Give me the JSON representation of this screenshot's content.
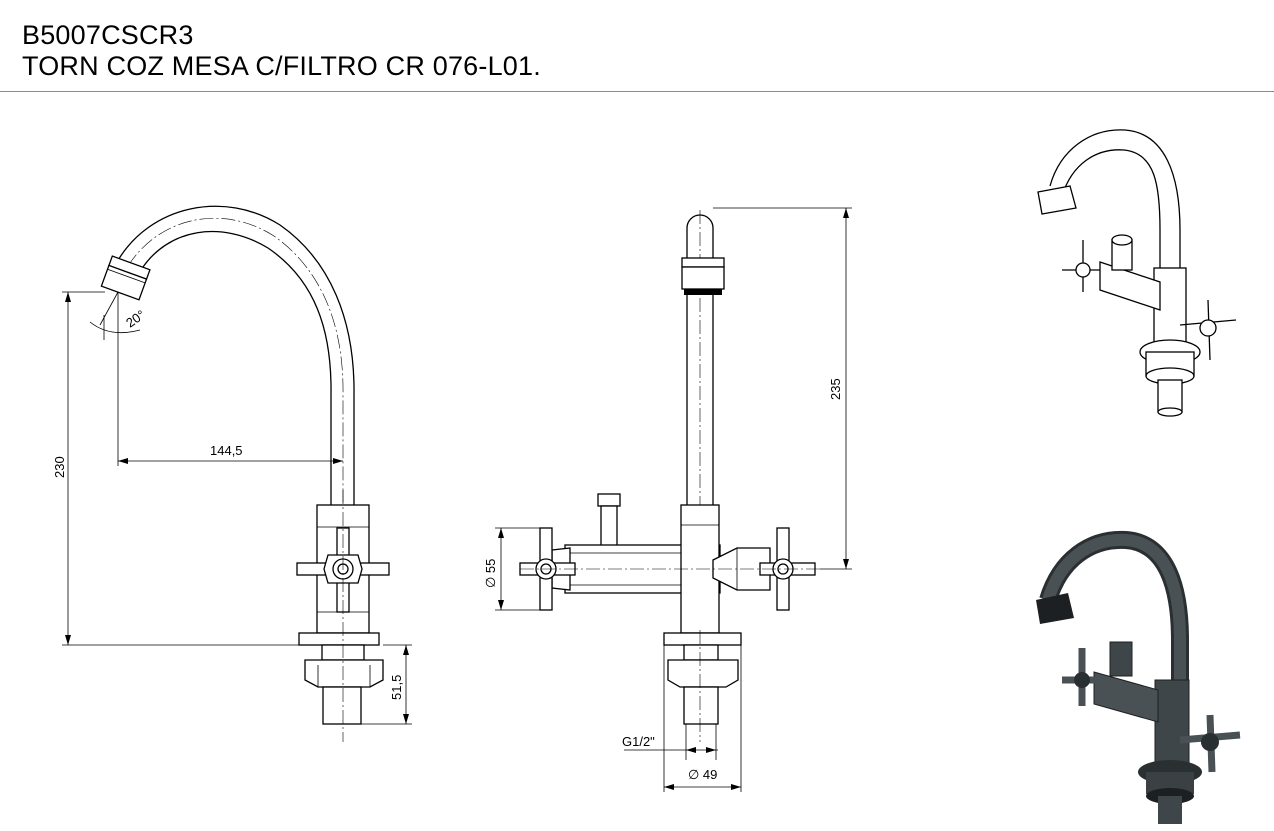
{
  "title": {
    "code": "B5007CSCR3",
    "description": "TORN COZ MESA C/FILTRO CR 076-L01."
  },
  "dimensions": {
    "side_height": "230",
    "reach": "144,5",
    "spout_angle": "20°",
    "base_height": "51,5",
    "front_height": "235",
    "handle_diameter": "∅ 55",
    "thread": "G1/2\"",
    "base_diameter": "∅ 49"
  },
  "colors": {
    "line": "#000000",
    "rule": "#8c8c8c",
    "render_body": "#4a5155",
    "render_dark": "#2a2f32"
  }
}
